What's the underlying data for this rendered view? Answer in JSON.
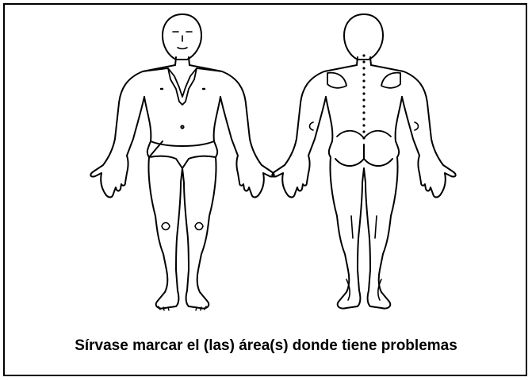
{
  "caption": "Sírvase marcar el (las) área(s) donde tiene problemas",
  "figures": [
    {
      "view": "front"
    },
    {
      "view": "back"
    }
  ],
  "colors": {
    "stroke": "#000000",
    "background": "#ffffff"
  }
}
